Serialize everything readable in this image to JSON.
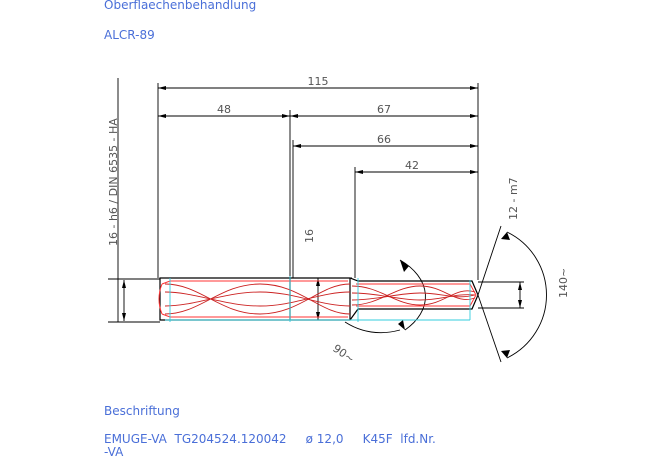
{
  "header": {
    "surface_label": "Oberflaechenbehandlung",
    "coating": "ALCR-89"
  },
  "drawing": {
    "dimensions": {
      "overall_length": "115",
      "shank_length": "48",
      "flute_section_length": "67",
      "body_length": "66",
      "cutting_length": "42",
      "shank_diameter": "16",
      "shank_spec": "16 - h6 / DIN 6535 - HA",
      "cutting_diameter": "12 - m7",
      "point_angle": "140~",
      "helix_angle": "90~"
    },
    "colors": {
      "dimension_lines": "#000000",
      "outline": "#000000",
      "tool_outline": "#ff3333",
      "helix": "#cc2222",
      "center_lines": "#33ccdd",
      "text": "#555555",
      "labels": "#4a6fd8"
    }
  },
  "footer": {
    "label": "Beschriftung",
    "marking_line1": "EMUGE-VA  TG204524.120042     ø 12,0     K45F  lfd.Nr.",
    "marking_line2": "-VA"
  }
}
